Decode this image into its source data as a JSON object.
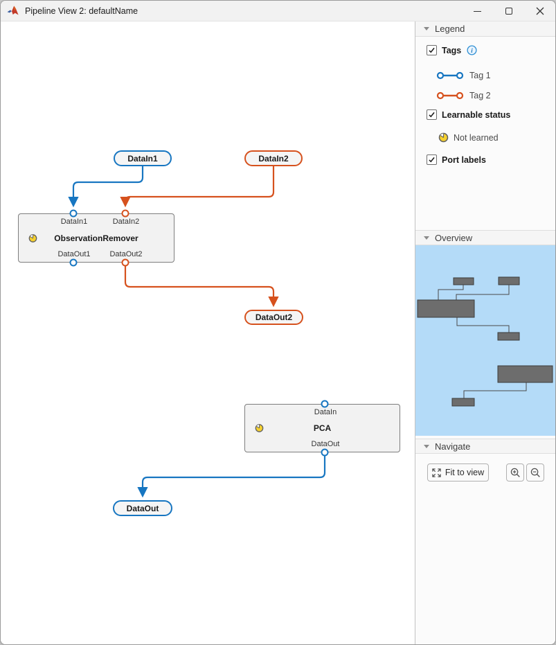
{
  "window": {
    "title": "Pipeline View 2: defaultName"
  },
  "titlebar": {
    "icons": [
      "matlab-logo",
      "minimize",
      "maximize",
      "close"
    ]
  },
  "legend": {
    "header": "Legend",
    "tags_label": "Tags",
    "tag_items": [
      {
        "label": "Tag 1",
        "color": "#1776c1"
      },
      {
        "label": "Tag 2",
        "color": "#d6511d"
      }
    ],
    "learnable_label": "Learnable status",
    "not_learned_label": "Not learned",
    "port_labels_label": "Port labels",
    "checkboxes": {
      "tags": true,
      "learnable_status": true,
      "port_labels": true
    }
  },
  "overview": {
    "header": "Overview",
    "minimap_bg": "#b4dbf8",
    "minimap_node_color": "#6d6d6d"
  },
  "navigate": {
    "header": "Navigate",
    "fit_label": "Fit to view",
    "icons": [
      "fit-to-view",
      "zoom-in",
      "zoom-out"
    ]
  },
  "canvas": {
    "nodes": {
      "datain1": {
        "label": "DataIn1",
        "tag_color": "#1776c1"
      },
      "datain2": {
        "label": "DataIn2",
        "tag_color": "#d6511d"
      },
      "observation_remover": {
        "label": "ObservationRemover",
        "status": "not-learned",
        "ports_in": [
          "DataIn1",
          "DataIn2"
        ],
        "ports_out": [
          "DataOut1",
          "DataOut2"
        ]
      },
      "dataout2": {
        "label": "DataOut2",
        "tag_color": "#d6511d"
      },
      "pca": {
        "label": "PCA",
        "status": "not-learned",
        "ports_in": [
          "DataIn"
        ],
        "ports_out": [
          "DataOut"
        ]
      },
      "dataout": {
        "label": "DataOut",
        "tag_color": "#1776c1"
      }
    },
    "edges": [
      {
        "from": "DataIn1",
        "to": "ObservationRemover.DataIn1",
        "color": "#1776c1"
      },
      {
        "from": "DataIn2",
        "to": "ObservationRemover.DataIn2",
        "color": "#d6511d"
      },
      {
        "from": "ObservationRemover.DataOut2",
        "to": "DataOut2",
        "color": "#d6511d"
      },
      {
        "from": "PCA.DataOut",
        "to": "DataOut",
        "color": "#1776c1"
      }
    ]
  },
  "colors": {
    "tag1_blue": "#1776c1",
    "tag2_orange": "#d6511d",
    "node_fill": "#f2f2f2",
    "node_border": "#7d7d7d",
    "not_learned_yellow": "#f5d02f"
  }
}
